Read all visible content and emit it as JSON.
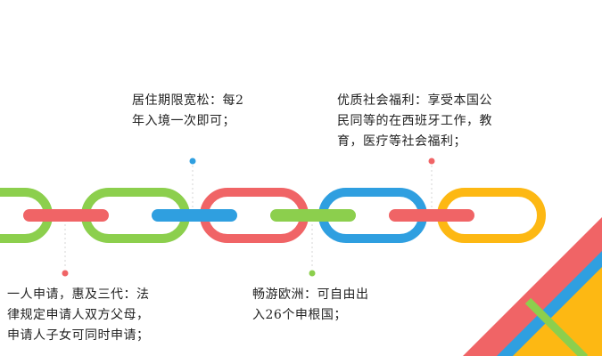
{
  "colors": {
    "green": "#8ccf4d",
    "red": "#f06466",
    "blue": "#2f9fe0",
    "yellow": "#fdb813",
    "dot_blue": "#2f9fe0",
    "dot_red": "#f06466",
    "dot_green": "#8ccf4d",
    "leader": "#d6d6d6"
  },
  "notes": {
    "residence": {
      "line1": "居住期限宽松：每2",
      "line2": "年入境一次即可；"
    },
    "welfare": {
      "line1": "优质社会福利：享受本国公",
      "line2": "民同等的在西班牙工作，教",
      "line3": "育，医疗等社会福利；"
    },
    "family": {
      "line1": "一人申请，惠及三代：法",
      "line2": "律规定申请人双方父母，",
      "line3": "申请人子女可同时申请；"
    },
    "travel": {
      "line1": "畅游欧洲：可自由出",
      "line2": "入26个申根国；"
    }
  }
}
